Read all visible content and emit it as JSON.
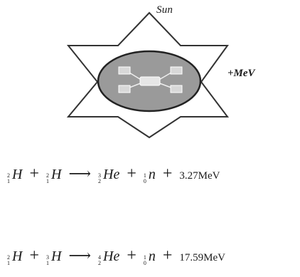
{
  "diagram": {
    "sun_label": "Sun",
    "energy_label": "+MeV",
    "colors": {
      "ellipse_fill": "#9a9a9a",
      "ellipse_stroke": "#222222",
      "star_stroke": "#333333"
    }
  },
  "equations": [
    {
      "reactant_1": {
        "mass": "2",
        "atomic": "1",
        "symbol": "H"
      },
      "reactant_2": {
        "mass": "2",
        "atomic": "1",
        "symbol": "H"
      },
      "product_1": {
        "mass": "3",
        "atomic": "2",
        "symbol": "He"
      },
      "product_2": {
        "mass": "1",
        "atomic": "0",
        "symbol": "n"
      },
      "energy": "3.27MeV"
    },
    {
      "reactant_1": {
        "mass": "2",
        "atomic": "1",
        "symbol": "H"
      },
      "reactant_2": {
        "mass": "3",
        "atomic": "1",
        "symbol": "H"
      },
      "product_1": {
        "mass": "4",
        "atomic": "2",
        "symbol": "He"
      },
      "product_2": {
        "mass": "1",
        "atomic": "0",
        "symbol": "n"
      },
      "energy": "17.59MeV"
    }
  ]
}
